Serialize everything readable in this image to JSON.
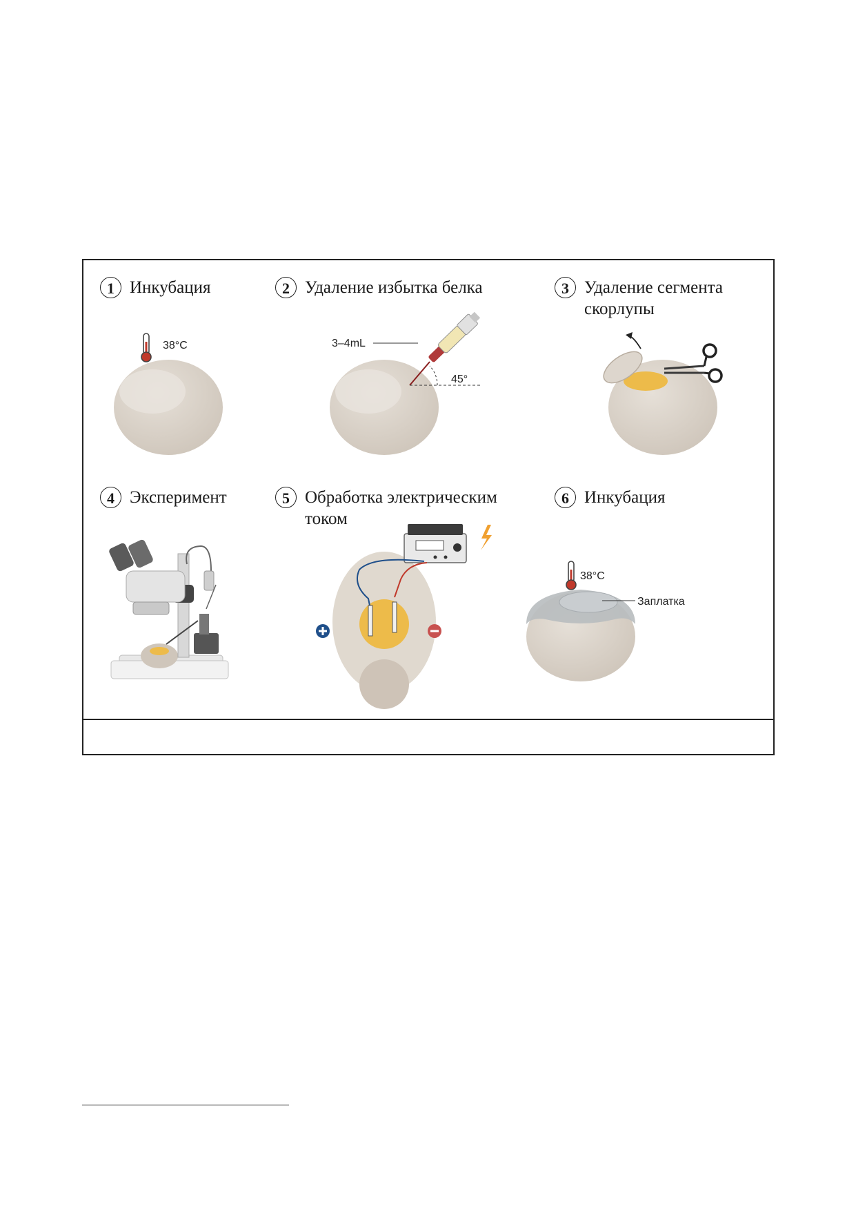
{
  "steps": [
    {
      "number": "1",
      "title": "Инкубация"
    },
    {
      "number": "2",
      "title": "Удаление избытка белка"
    },
    {
      "number": "3",
      "title_line1": "Удаление сегмента",
      "title_line2": "скорлупы"
    },
    {
      "number": "4",
      "title": "Эксперимент"
    },
    {
      "number": "5",
      "title_line1": "Обработка электрическим",
      "title_line2": "током"
    },
    {
      "number": "6",
      "title": "Инкубация"
    }
  ],
  "labels": {
    "temp1": "38°C",
    "volume": "3–4mL",
    "angle": "45°",
    "temp6": "38°C",
    "patch": "Заплатка"
  },
  "colors": {
    "egg": "#d8d0c6",
    "yolk": "#edbb4a",
    "plus": "#1f4f8a",
    "minus": "#c85250",
    "bolt": "#f0a030"
  }
}
